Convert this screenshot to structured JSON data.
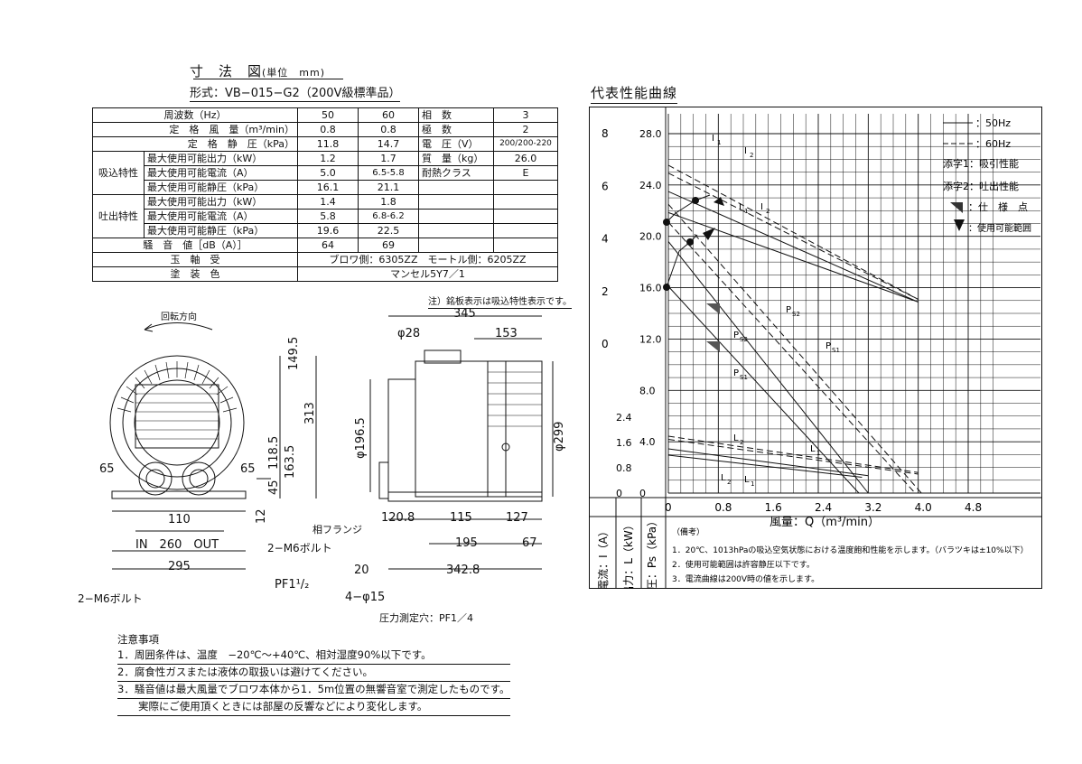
{
  "dimensions": {
    "title": "寸　法　図",
    "unit": "(単位　mm)",
    "model": "形式：VB−015−G2（200V級標準品）"
  },
  "spec_table": {
    "rows": [
      {
        "label": "周波数（Hz）",
        "v50": "50",
        "v60": "60",
        "label2": "相　数",
        "value2": "3"
      },
      {
        "label": "定　格　風　量（m³/min）",
        "v50": "0.8",
        "v60": "0.8",
        "label2": "極　数",
        "value2": "2"
      },
      {
        "label": "定　格　静　圧（kPa）",
        "v50": "11.8",
        "v60": "14.7",
        "label2": "電　圧（V）",
        "value2": "200/200-220"
      },
      {
        "group": "吸込特性",
        "label": "最大使用可能出力（kW）",
        "v50": "1.2",
        "v60": "1.7",
        "label2": "質　量（kg）",
        "value2": "26.0"
      },
      {
        "label": "最大使用可能電流（A）",
        "v50": "5.0",
        "v60": "6.5-5.8",
        "label2": "耐熱クラス",
        "value2": "E"
      },
      {
        "label": "最大使用可能静圧（kPa）",
        "v50": "16.1",
        "v60": "21.1",
        "label2": "",
        "value2": ""
      },
      {
        "group": "吐出特性",
        "label": "最大使用可能出力（kW）",
        "v50": "1.4",
        "v60": "1.8",
        "label2": "",
        "value2": ""
      },
      {
        "label": "最大使用可能電流（A）",
        "v50": "5.8",
        "v60": "6.8-6.2",
        "label2": "",
        "value2": ""
      },
      {
        "label": "最大使用可能静圧（kPa）",
        "v50": "19.6",
        "v60": "22.5",
        "label2": "",
        "value2": ""
      }
    ],
    "noise_label": "騒　音　値［dB（A）］",
    "noise_50": "64",
    "noise_60": "69",
    "bearing_label": "玉　軸　受",
    "bearing_value": "ブロワ側：6305ZZ　モートル側：6205ZZ",
    "paint_label": "塗　装　色",
    "paint_value": "マンセル5Y7／1",
    "note": "注）銘板表示は吸込特性表示です。"
  },
  "drawing": {
    "rotation": "回転方向",
    "d345": "345",
    "d153": "153",
    "dphi28": "φ28",
    "d149": "149.5",
    "d313": "313",
    "d118": "118.5",
    "d163": "163.5",
    "d45": "45",
    "d12": "12",
    "d65a": "65",
    "d65b": "65",
    "d110": "110",
    "in_out": "IN　260　OUT",
    "d295": "295",
    "m6a": "2−M6ボルト",
    "m6b": "2−M6ボルト",
    "pf": "PF1¹/₂",
    "phi196": "φ196.5",
    "phi299": "φ299",
    "flange": "相フランジ",
    "d120": "120.8",
    "d115": "115",
    "d127": "127",
    "d195": "195",
    "d67": "67",
    "d20": "20",
    "d342": "342.8",
    "phi15": "4−φ15",
    "port": "圧力測定穴：PF1／4"
  },
  "notes": {
    "heading": "注意事項",
    "items": [
      "1．周囲条件は、温度　−20℃〜+40℃、相対湿度90%以下です。",
      "2．腐食性ガスまたは液体の取扱いは避けてください。",
      "3．騒音値は最大風量でブロワ本体から1．5m位置の無響音室で測定したものです。",
      "　　実際にご使用頂くときには部屋の反響などにより変化します。"
    ]
  },
  "chart_data": {
    "type": "line",
    "title": "代表性能曲線",
    "xlabel": "風量：Q（m³/min）",
    "x_ticks": [
      "0",
      "0.8",
      "1.6",
      "2.4",
      "3.2",
      "4.0",
      "4.8"
    ],
    "xlim": [
      0,
      4.8
    ],
    "ylabel_current": "電流：I（A）",
    "ylabel_power": "出力：L（kW）",
    "ylabel_pressure": "静圧：Ps（kPa）",
    "current_ticks": [
      "8",
      "6",
      "4",
      "2",
      "0"
    ],
    "power_ticks": [
      "2.4",
      "1.6",
      "0.8",
      "0"
    ],
    "pressure_ticks": [
      "28.0",
      "24.0",
      "20.0",
      "16.0",
      "12.0",
      "8.0",
      "4.0",
      "0"
    ],
    "legend": {
      "solid": "：50Hz",
      "dashed": "：60Hz",
      "sub1": "添字1：吸引性能",
      "sub2": "添字2：吐出性能",
      "spec_point": "：仕　様　点",
      "range": "：使用可能範囲"
    },
    "remarks": {
      "heading": "（備考）",
      "items": [
        "1．20℃、1013hPaの吸込空気状態における温度飽和性能を示します。（バラツキは±10%以下）",
        "2．使用可能範囲は許容静圧以下です。",
        "3．電流曲線は200V時の値を示します。"
      ]
    },
    "series": [
      {
        "name": "Ps1",
        "x": [
          0,
          3.05
        ],
        "y": [
          16.1,
          0
        ]
      },
      {
        "name": "Ps2",
        "x": [
          0,
          3.2
        ],
        "y": [
          19.6,
          0
        ]
      },
      {
        "name": "Ps1",
        "x": [
          0,
          3.95
        ],
        "y": [
          21.1,
          0
        ]
      },
      {
        "name": "Ps2",
        "x": [
          0,
          4.05
        ],
        "y": [
          22.5,
          0
        ]
      },
      {
        "name": "I1",
        "x": [
          0,
          4.0
        ],
        "y": [
          5.0,
          1.6
        ]
      },
      {
        "name": "I2",
        "x": [
          0,
          4.0
        ],
        "y": [
          5.8,
          1.6
        ]
      },
      {
        "name": "I1",
        "x": [
          0,
          4.0
        ],
        "y": [
          6.5,
          1.7
        ]
      },
      {
        "name": "I2",
        "x": [
          0,
          4.0
        ],
        "y": [
          6.8,
          1.7
        ]
      },
      {
        "name": "L1",
        "x": [
          0,
          3.1
        ],
        "y": [
          1.2,
          0.5
        ]
      },
      {
        "name": "L2",
        "x": [
          0,
          3.2
        ],
        "y": [
          1.4,
          0.55
        ]
      },
      {
        "name": "L1",
        "x": [
          0,
          4.0
        ],
        "y": [
          1.7,
          0.6
        ]
      },
      {
        "name": "L2",
        "x": [
          0,
          4.0
        ],
        "y": [
          1.8,
          0.65
        ]
      }
    ]
  }
}
